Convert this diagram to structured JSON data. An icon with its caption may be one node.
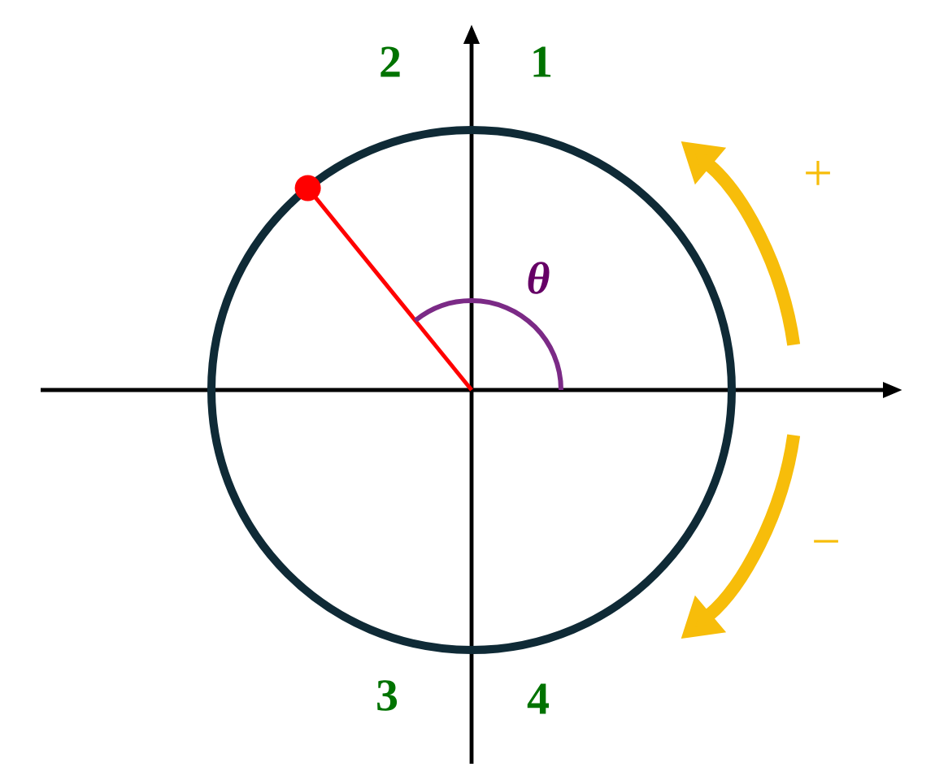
{
  "diagram": {
    "labels": [
      "2",
      "1",
      "θ",
      "+",
      "−",
      "3",
      "4"
    ]
  }
}
